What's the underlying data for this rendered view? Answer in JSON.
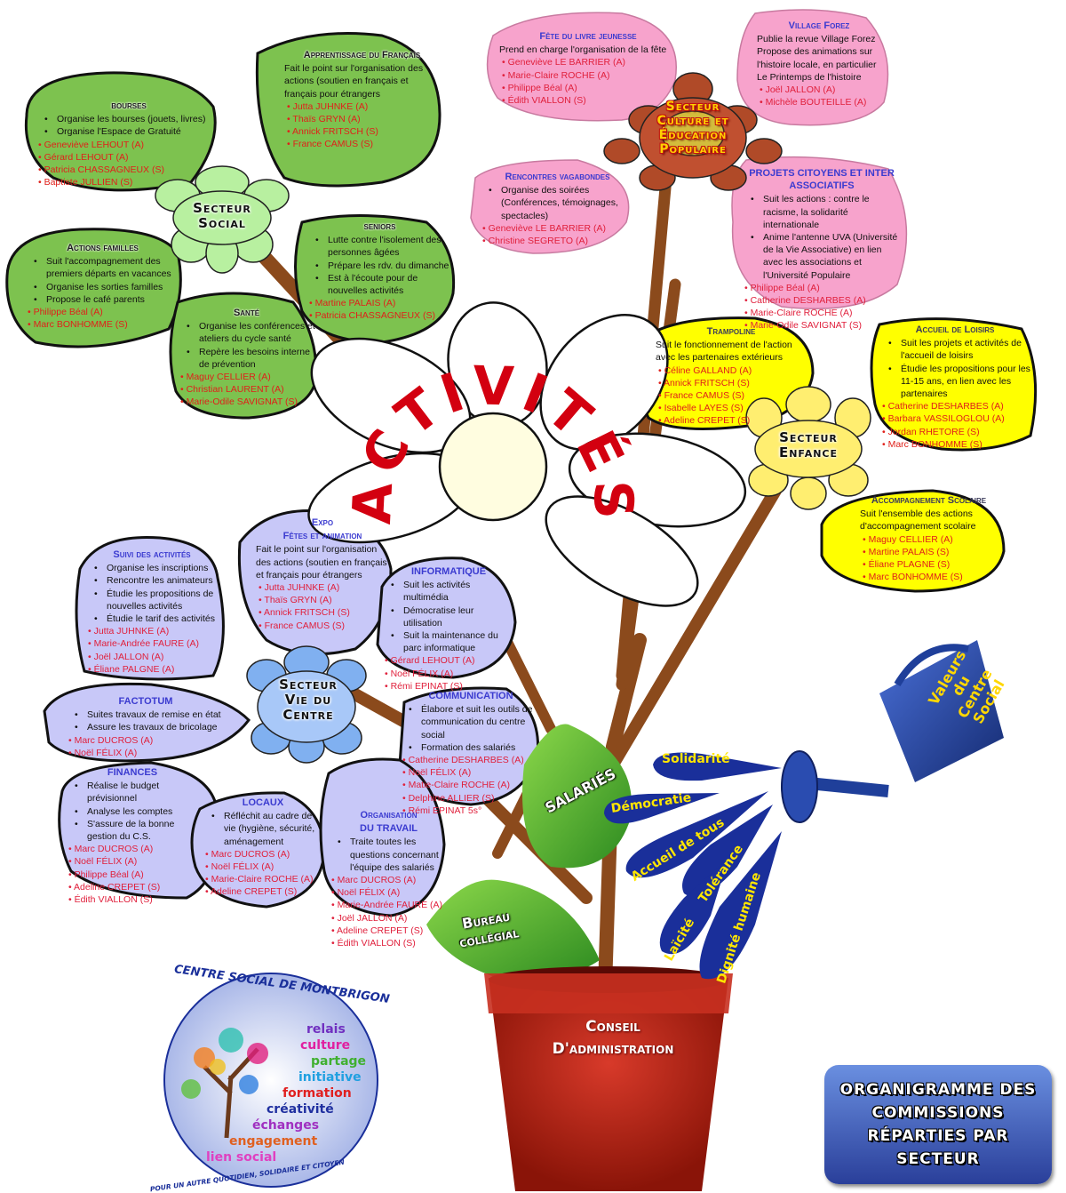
{
  "title": "ORGANIGRAMME DES COMMISSIONS RÉPARTIES PAR SECTEUR",
  "center": "ACTIVITÉS",
  "colors": {
    "green": "#7cc24e",
    "pink": "#f7a8d0",
    "yellow": "#ffff00",
    "violet": "#c8c8f8",
    "stem": "#8b4513",
    "pot": "#c62a1c",
    "can": "#1f3f9a",
    "member_red": "#e0201a"
  },
  "sectors": {
    "social": {
      "label_1": "Secteur",
      "label_2": "Social",
      "commissions": [
        {
          "title": "bourses",
          "actions": [
            "Organise les bourses (jouets, livres)",
            "Organise l'Espace de Gratuité"
          ],
          "members": [
            "Geneviève LEHOUT (A)",
            "Gérard LEHOUT (A)",
            "Patricia CHASSAGNEUX (S)",
            "Baptiste JULLIEN (S)"
          ]
        },
        {
          "title": "Apprentissage du Français",
          "desc": "Fait le point sur l'organisation des actions (soutien en français et français pour étrangers",
          "members": [
            "Jutta JUHNKE (A)",
            "Thaïs GRYN (A)",
            "Annick FRITSCH (S)",
            "France CAMUS (S)"
          ]
        },
        {
          "title": "Actions familles",
          "actions": [
            "Suit l'accompagnement des premiers départs en vacances",
            "Organise les sorties familles",
            "Propose le café parents"
          ],
          "members": [
            "Philippe Béal (A)",
            "Marc BONHOMME (S)"
          ]
        },
        {
          "title": "seniors",
          "actions": [
            "Lutte contre l'isolement des personnes âgées",
            "Prépare les rdv. du dimanche",
            "Est à l'écoute pour de nouvelles activités"
          ],
          "members": [
            "Martine PALAIS (A)",
            "Patricia CHASSAGNEUX (S)"
          ]
        },
        {
          "title": "Santé",
          "actions": [
            "Organise les conférences et ateliers du cycle santé",
            "Repère les besoins interne de prévention"
          ],
          "members": [
            "Maguy CELLIER (A)",
            "Christian LAURENT (A)",
            "Marie-Odile SAVIGNAT (S)"
          ]
        }
      ]
    },
    "culture": {
      "label_1": "Secteur",
      "label_2": "Culture et",
      "label_3": "Éducation",
      "label_4": "Populaire",
      "commissions": [
        {
          "title": "Fête du livre jeunesse",
          "desc": "Prend en charge l'organisation de la fête",
          "members": [
            "Geneviève LE BARRIER (A)",
            "Marie-Claire ROCHE (A)",
            "Philippe Béal (A)",
            "Édith VIALLON (S)"
          ]
        },
        {
          "title": "Village Forez",
          "desc_lines": [
            "Publie la revue Village Forez",
            "Propose des animations sur l'histoire locale, en particulier Le Printemps de l'histoire"
          ],
          "members": [
            "Joël JALLON (A)",
            "Michèle BOUTEILLE (A)"
          ]
        },
        {
          "title": "Rencontres vagabondes",
          "actions": [
            "Organise des soirées (Conférences, témoignages, spectacles)"
          ],
          "members": [
            "Geneviève LE BARRIER (A)",
            "Christine SEGRETO (A)"
          ]
        },
        {
          "title": "PROJETS CITOYENS ET INTER ASSOCIATIFS",
          "actions": [
            "Suit les actions : contre le racisme, la solidarité internationale",
            "Anime l'antenne UVA (Université de la Vie Associative) en lien avec les associations et l'Université Populaire"
          ],
          "members": [
            "Philippe Béal (A)",
            "Catherine DESHARBES (A)",
            "Marie-Claire ROCHE (A)",
            "Marie-Odile SAVIGNAT (S)"
          ]
        }
      ]
    },
    "enfance": {
      "label_1": "Secteur",
      "label_2": "Enfance",
      "commissions": [
        {
          "title": "Trampoline",
          "desc": "Suit le fonctionnement de l'action avec les partenaires extérieurs",
          "members": [
            "Céline GALLAND (A)",
            "Annick FRITSCH (S)",
            "France CAMUS (S)",
            "Isabelle LAYES (S)",
            "Adeline CREPET (S)"
          ]
        },
        {
          "title": "Accueil de Loisirs",
          "actions": [
            "Suit les projets et activités de l'accueil de loisirs",
            "Étudie les propositions pour les 11-15 ans, en lien avec les partenaires"
          ],
          "members": [
            "Catherine DESHARBES (A)",
            "Barbara VASSILOGLOU (A)",
            "Jordan RHETORE (S)",
            "Marc BONHOMME (S)"
          ]
        },
        {
          "title": "Accompagnement Scolaire",
          "desc": "Suit l'ensemble des actions d'accompagnement scolaire",
          "members": [
            "Maguy CELLIER (A)",
            "Martine PALAIS (S)",
            "Éliane PLAGNE (S)",
            "Marc BONHOMME (S)"
          ]
        }
      ]
    },
    "vie_centre": {
      "label_1": "Secteur",
      "label_2": "Vie du",
      "label_3": "Centre",
      "commissions": [
        {
          "title": "Suivi des activités",
          "actions": [
            "Organise les inscriptions",
            "Rencontre les animateurs",
            "Étudie les propositions de nouvelles activités",
            "Étudie le tarif des activités"
          ],
          "members": [
            "Jutta JUHNKE (A)",
            "Marie-Andrée FAURE (A)",
            "Joël JALLON (A)",
            "Éliane PALGNE (A)"
          ]
        },
        {
          "title": "Expo",
          "subtitle": "Fêtes et animation",
          "desc": "Fait le point sur l'organisation des actions (soutien en français et français pour étrangers",
          "members": [
            "Jutta JUHNKE (A)",
            "Thaïs GRYN (A)",
            "Annick FRITSCH (S)",
            "France CAMUS (S)"
          ]
        },
        {
          "title": "INFORMATIQUE",
          "actions": [
            "Suit les activités multimédia",
            "Démocratise leur utilisation",
            "Suit la maintenance du parc informatique"
          ],
          "members": [
            "Gérard LEHOUT (A)",
            "Noël FÉLIX (A)",
            "Rémi EPINAT (S)"
          ]
        },
        {
          "title": "FACTOTUM",
          "actions": [
            "Suites travaux de remise en état",
            "Assure les travaux de bricolage"
          ],
          "members": [
            "Marc DUCROS (A)",
            "Noël FÉLIX (A)"
          ]
        },
        {
          "title": "COMMUNICATION",
          "actions": [
            "Élabore et suit les outils de communication du centre social",
            "Formation des salariés"
          ],
          "members": [
            "Catherine DESHARBES (A)",
            "Noël FÉLIX (A)",
            "Matie-Claire ROCHE (A)",
            "Delphine ALLIER (S)",
            "Rémi EPINAT 5s°"
          ]
        },
        {
          "title": "FINANCES",
          "actions": [
            "Réalise le budget prévisionnel",
            "Analyse les comptes",
            "S'assure de la bonne gestion du C.S."
          ],
          "members": [
            "Marc DUCROS (A)",
            "Noël FÉLIX (A)",
            "Philippe Béal (A)",
            "Adeline CREPET (S)",
            "Édith VIALLON (S)"
          ]
        },
        {
          "title": "LOCAUX",
          "actions": [
            "Réfléchit au cadre de vie (hygiène, sécurité, aménagement"
          ],
          "members": [
            "Marc DUCROS (A)",
            "Noël FÉLIX (A)",
            "Marie-Claire ROCHE (A)",
            "Adeline CREPET (S)"
          ]
        },
        {
          "title": "Organisation",
          "subtitle": "DU TRAVAIL",
          "actions": [
            "Traite toutes les questions concernant l'équipe des salariés"
          ],
          "members": [
            "Marc DUCROS (A)",
            "Noël FÉLIX (A)",
            "Marie-Andrée FAURE (A)",
            "Joël JALLON (A)",
            "Adeline CREPET (S)",
            "Édith VIALLON (S)"
          ]
        }
      ]
    }
  },
  "leaves": {
    "salaries": "SALARIÉS",
    "bureau_1": "Bureau",
    "bureau_2": "collégial"
  },
  "pot": {
    "line_1": "Conseil",
    "line_2": "D'administration"
  },
  "watering_can": {
    "line_1": "Valeurs",
    "line_2": "du",
    "line_3": "Centre",
    "line_4": "Social"
  },
  "values": [
    "Solidarité",
    "Démocratie",
    "Accueil de tous",
    "Tolérance",
    "Laïcité",
    "Dignité humaine"
  ],
  "logo": {
    "top_arc": "CENTRE SOCIAL DE MONTBRIGON",
    "bottom_arc": "POUR UN AUTRE QUOTIDIEN, SOLIDAIRE ET CITOYEN",
    "words": [
      "relais",
      "culture",
      "partage",
      "initiative",
      "formation",
      "créativité",
      "échanges",
      "engagement",
      "lien social"
    ]
  }
}
